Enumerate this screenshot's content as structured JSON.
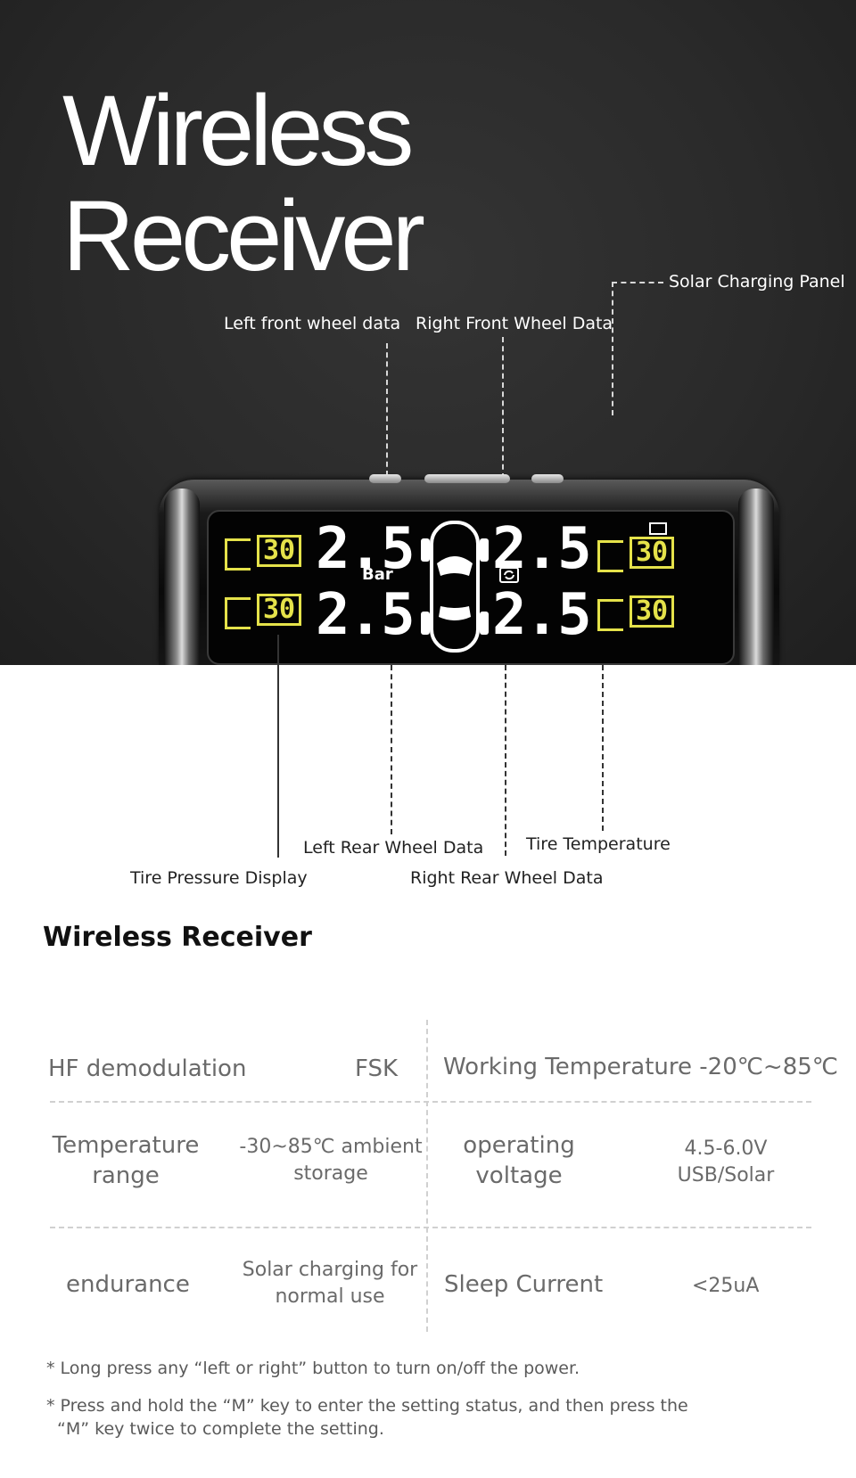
{
  "hero": {
    "title_line1": "Wireless",
    "title_line2": "Receiver"
  },
  "callouts": {
    "solar_panel": "Solar Charging Panel",
    "left_front": "Left front wheel data",
    "right_front": "Right Front Wheel Data",
    "left_rear": "Left Rear Wheel Data",
    "tire_temperature": "Tire Temperature",
    "tire_pressure": "Tire Pressure Display",
    "right_rear": "Right Rear Wheel Data"
  },
  "display": {
    "pressure_fl": "2.5",
    "pressure_fr": "2.5",
    "pressure_rl": "2.5",
    "pressure_rr": "2.5",
    "unit": "Bar",
    "temp_fl": "30",
    "temp_fr": "30",
    "temp_rl": "30",
    "temp_rr": "30"
  },
  "colors": {
    "lcd_yellow": "#e5e24a",
    "hero_bg": "#2a2a2a"
  },
  "specs": {
    "title": "Wireless Receiver",
    "rows": [
      {
        "label_left": "HF demodulation",
        "value_left": "FSK",
        "label_right": "Working Temperature -20℃~85℃",
        "value_right": ""
      },
      {
        "label_left": "Temperature range",
        "value_left": "-30~85℃ ambient storage",
        "label_right": "operating voltage",
        "value_right": "4.5-6.0V USB/Solar"
      },
      {
        "label_left": "endurance",
        "value_left": "Solar charging for normal use",
        "label_right": "Sleep Current",
        "value_right": "<25uA"
      }
    ],
    "r1_l1": "Temperature",
    "r1_l2": "range",
    "r1_v1": "-30~85℃ ambient",
    "r1_v2": "storage",
    "r1_rl1": "operating",
    "r1_rl2": "voltage",
    "r1_rv1": "4.5-6.0V",
    "r1_rv2": "USB/Solar",
    "r2_v1": "Solar charging for",
    "r2_v2": "normal use"
  },
  "notes": {
    "note1": "* Long press any “left or right” button to turn on/off the power.",
    "note2_line1": "* Press and hold the “M” key to enter the setting status, and then press the",
    "note2_line2": "“M” key twice to complete the setting."
  }
}
